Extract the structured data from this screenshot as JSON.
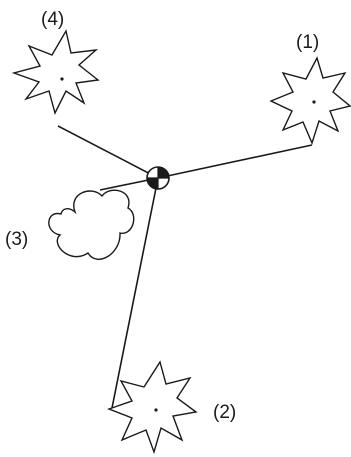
{
  "diagram": {
    "center_symbol": "quartered-circle-center-of-mass-icon",
    "nodes": [
      {
        "id": "1",
        "label": "(1)",
        "shape": "star-burst"
      },
      {
        "id": "2",
        "label": "(2)",
        "shape": "star-burst"
      },
      {
        "id": "3",
        "label": "(3)",
        "shape": "cloud"
      },
      {
        "id": "4",
        "label": "(4)",
        "shape": "star-burst"
      }
    ],
    "edges": [
      {
        "from": "center",
        "to": "1"
      },
      {
        "from": "center",
        "to": "2"
      },
      {
        "from": "center",
        "to": "3"
      },
      {
        "from": "center",
        "to": "4"
      }
    ],
    "colors": {
      "stroke": "#1a1a1a",
      "fill": "#ffffff"
    }
  }
}
